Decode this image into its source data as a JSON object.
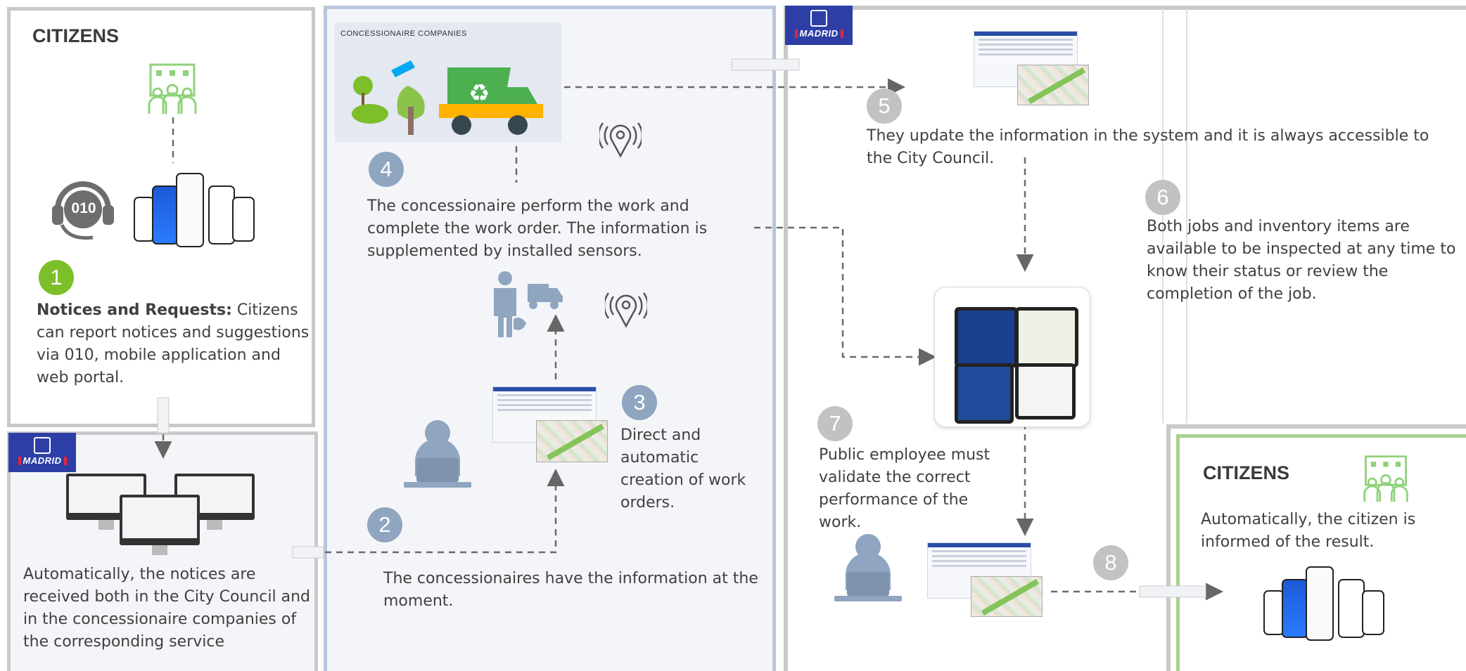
{
  "colors": {
    "citizen_green": "#7cbf2a",
    "icon_green": "#8fd27a",
    "step_blue": "#8fa5c0",
    "step_gray": "#c2c2c2",
    "madrid_blue": "#2d3fa6",
    "panel_gray": "#c9c9c9",
    "panel_blue": "#b8c6db",
    "panel_green": "#a9d18e"
  },
  "panel1": {
    "title": "CITIZENS",
    "badge": "1",
    "text_bold": "Notices and Requests:",
    "text": " Citizens can report notices and suggestions via 010, mobile application and web portal.",
    "headset_label": "010",
    "icons": [
      "community-icon",
      "headset-icon",
      "smartphones-icon"
    ]
  },
  "panel2": {
    "logo": "MADRID",
    "text": "Automatically, the notices are received both in the City Council and in the concessionaire companies of the corresponding service",
    "icons": [
      "monitors-icon"
    ]
  },
  "panel3": {
    "banner": "CONCESSIONAIRE COMPANIES",
    "step4_badge": "4",
    "step4_text": "The concessionaire perform the work and complete the work order. The information is supplemented by installed sensors.",
    "step3_badge": "3",
    "step3_text": "Direct and automatic creation of work orders.",
    "step2_badge": "2",
    "step2_text": "The concessionaires have the information at the moment.",
    "icons": [
      "garbage-truck-icon",
      "sensor-icon",
      "worker-icon",
      "employee-computer-icon",
      "system-screenshot-icon"
    ]
  },
  "panel4": {
    "logo": "MADRID",
    "step5_badge": "5",
    "step5_text": "They update the information in the system and it is always accessible to the City Council.",
    "step6_badge": "6",
    "step6_text": "Both jobs and inventory items are available to be inspected at any time to know their status or review the completion of the job.",
    "step7_badge": "7",
    "step7_text": "Public employee must validate the correct performance of the work.",
    "step8_badge": "8",
    "icons": [
      "tablets-icon",
      "employee-computer-icon",
      "system-screenshot-icon"
    ]
  },
  "panel5": {
    "title": "CITIZENS",
    "text": "Automatically, the citizen is informed of the result.",
    "icons": [
      "community-icon",
      "smartphones-icon"
    ]
  }
}
